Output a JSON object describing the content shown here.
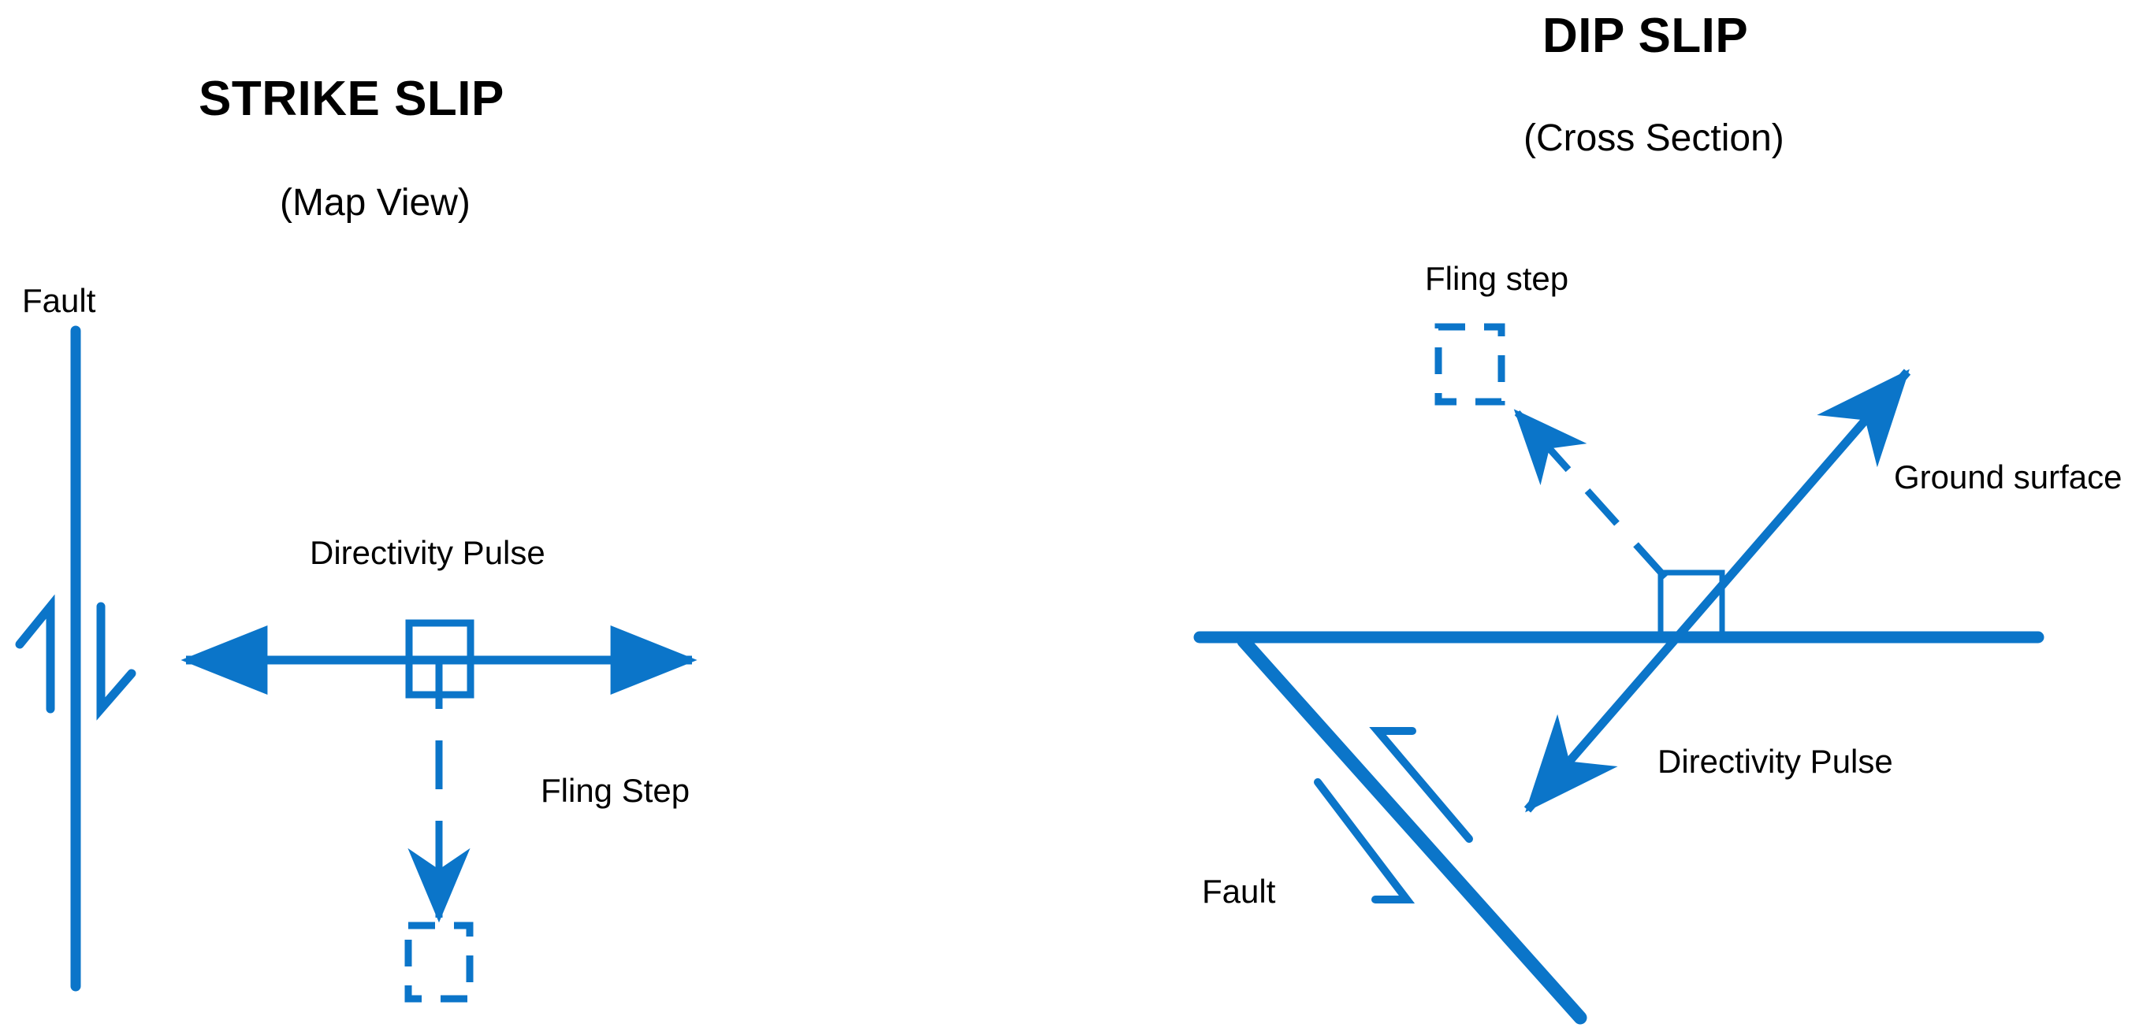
{
  "figure": {
    "background_color": "#ffffff",
    "line_color": "#0b75c9",
    "text_color": "#000000"
  },
  "panels": {
    "strike_slip": {
      "title": "STRIKE SLIP",
      "subtitle": "(Map View)",
      "labels": {
        "fault": "Fault",
        "directivity_pulse": "Directivity Pulse",
        "fling_step": "Fling Step"
      }
    },
    "dip_slip": {
      "title": "DIP SLIP",
      "subtitle": "(Cross Section)",
      "labels": {
        "fling_step": "Fling step",
        "ground_surface": "Ground surface",
        "directivity_pulse": "Directivity Pulse",
        "fault": "Fault"
      }
    }
  }
}
